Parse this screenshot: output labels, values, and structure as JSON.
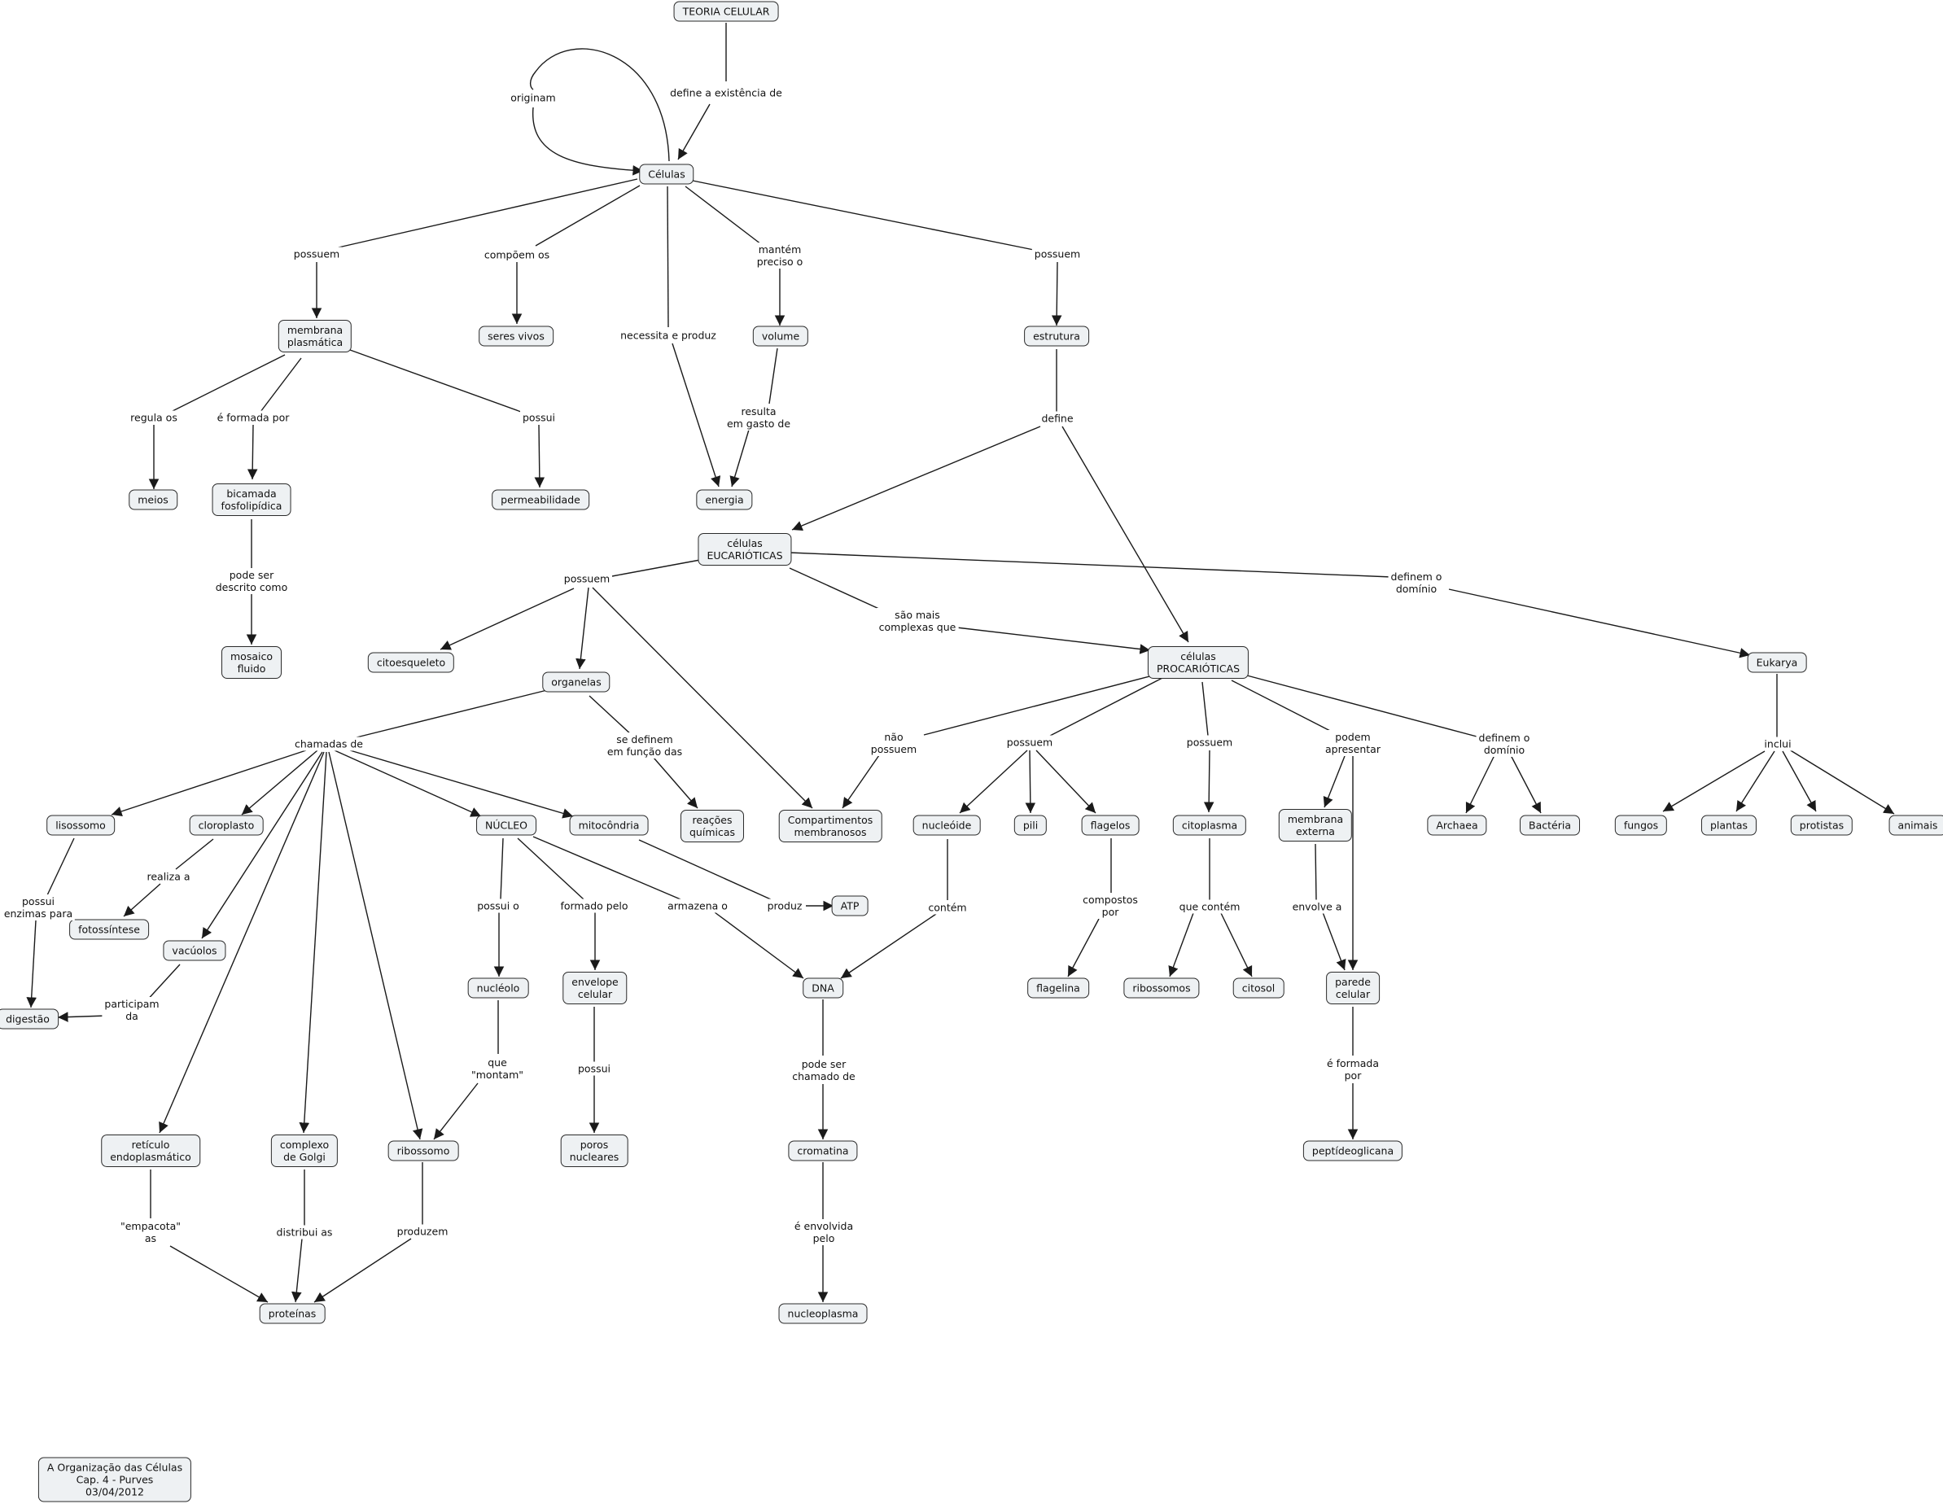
{
  "concepts": {
    "teoria": "TEORIA CELULAR",
    "celulas": "Células",
    "membrana": "membrana\nplasmática",
    "seres": "seres vivos",
    "volume": "volume",
    "estrutura": "estrutura",
    "meios": "meios",
    "bicamada": "bicamada\nfosfolipídica",
    "permeab": "permeabilidade",
    "energia": "energia",
    "mosaico": "mosaico\nfluido",
    "eucar": "células\nEUCARIÓTICAS",
    "citoesq": "citoesqueleto",
    "organelas": "organelas",
    "reacoes": "reações\nquímicas",
    "compart": "Compartimentos\nmembranosos",
    "procar": "células\nPROCARIÓTICAS",
    "eukarya": "Eukarya",
    "lisossomo": "lisossomo",
    "cloroplasto": "cloroplasto",
    "nucleo": "NÚCLEO",
    "mitocondria": "mitocôndria",
    "fotossintese": "fotossíntese",
    "vacuolos": "vacúolos",
    "digestao": "digestão",
    "atp": "ATP",
    "nucleolo": "nucléolo",
    "envelope": "envelope\ncelular",
    "dna": "DNA",
    "reticulo": "retículo\nendoplasmático",
    "golgi": "complexo\nde Golgi",
    "ribossomo": "ribossomo",
    "poros": "poros\nnucleares",
    "cromatina": "cromatina",
    "proteinas": "proteínas",
    "nucleoplasma": "nucleoplasma",
    "nucleoide": "nucleóide",
    "pili": "pili",
    "flagelos": "flagelos",
    "citoplasma": "citoplasma",
    "membext": "membrana\nexterna",
    "archaea": "Archaea",
    "bacteria": "Bactéria",
    "flagelina": "flagelina",
    "ribossomos": "ribossomos",
    "citosol": "citosol",
    "parede": "parede\ncelular",
    "peptideo": "peptídeoglicana",
    "fungos": "fungos",
    "plantas": "plantas",
    "protistas": "protistas",
    "animais": "animais",
    "credits": "A Organização das Células\nCap. 4 - Purves\n03/04/2012"
  },
  "linking_phrases": {
    "define_exist": "define a existência de",
    "originam": "originam",
    "possuem1": "possuem",
    "compoem": "compõem os",
    "necessita": "necessita e produz",
    "mantem": "mantém\npreciso o",
    "possuem2": "possuem",
    "regula": "regula os",
    "formada": "é formada por",
    "possui1": "possui",
    "resulta": "resulta\nem gasto de",
    "define": "define",
    "podeser": "pode ser\ndescrito como",
    "possuem3": "possuem",
    "definem_dom1": "definem o\ndomínio",
    "saomais": "são mais\ncomplexas que",
    "chamadas": "chamadas de",
    "sedefinem": "se definem\nem função das",
    "naopossuem": "não\npossuem",
    "possuem4": "possuem",
    "possuem5": "possuem",
    "podem": "podem\napresentar",
    "definem_dom2": "definem o\ndomínio",
    "inclui": "inclui",
    "realiza": "realiza a",
    "possui_enz": "possui\nenzimas para",
    "participam": "participam\nda",
    "possuio": "possui o",
    "formadopelo": "formado pelo",
    "armazena": "armazena o",
    "produz": "produz",
    "contem": "contém",
    "compostos": "compostos\npor",
    "quecontem": "que contém",
    "envolve": "envolve a",
    "quemontam": "que\n\"montam\"",
    "possui2": "possui",
    "podechamado": "pode ser\nchamado de",
    "eformada": "é formada\npor",
    "empacota": "\"empacota\"\nas",
    "distribui": "distribui as",
    "produzem": "produzem",
    "envolvida": "é envolvida\npelo"
  },
  "colors": {
    "node_fill": "#eef1f3",
    "node_border": "#2b2b2b",
    "edge": "#1a1a1a",
    "background": "#ffffff"
  }
}
